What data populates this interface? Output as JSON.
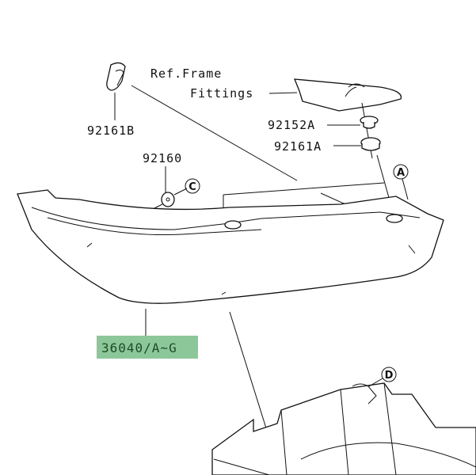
{
  "labels": {
    "ref_frame_line1": "Ref.Frame",
    "ref_frame_line2": "Fittings",
    "p92161b": "92161B",
    "p92160": "92160",
    "p92152a": "92152A",
    "p92161a": "92161A",
    "p36040": "36040/A~G"
  },
  "callouts": {
    "a": "A",
    "c": "C",
    "d": "D"
  },
  "colors": {
    "highlight": "#8cc79a",
    "highlight_text": "#1d4d24"
  }
}
